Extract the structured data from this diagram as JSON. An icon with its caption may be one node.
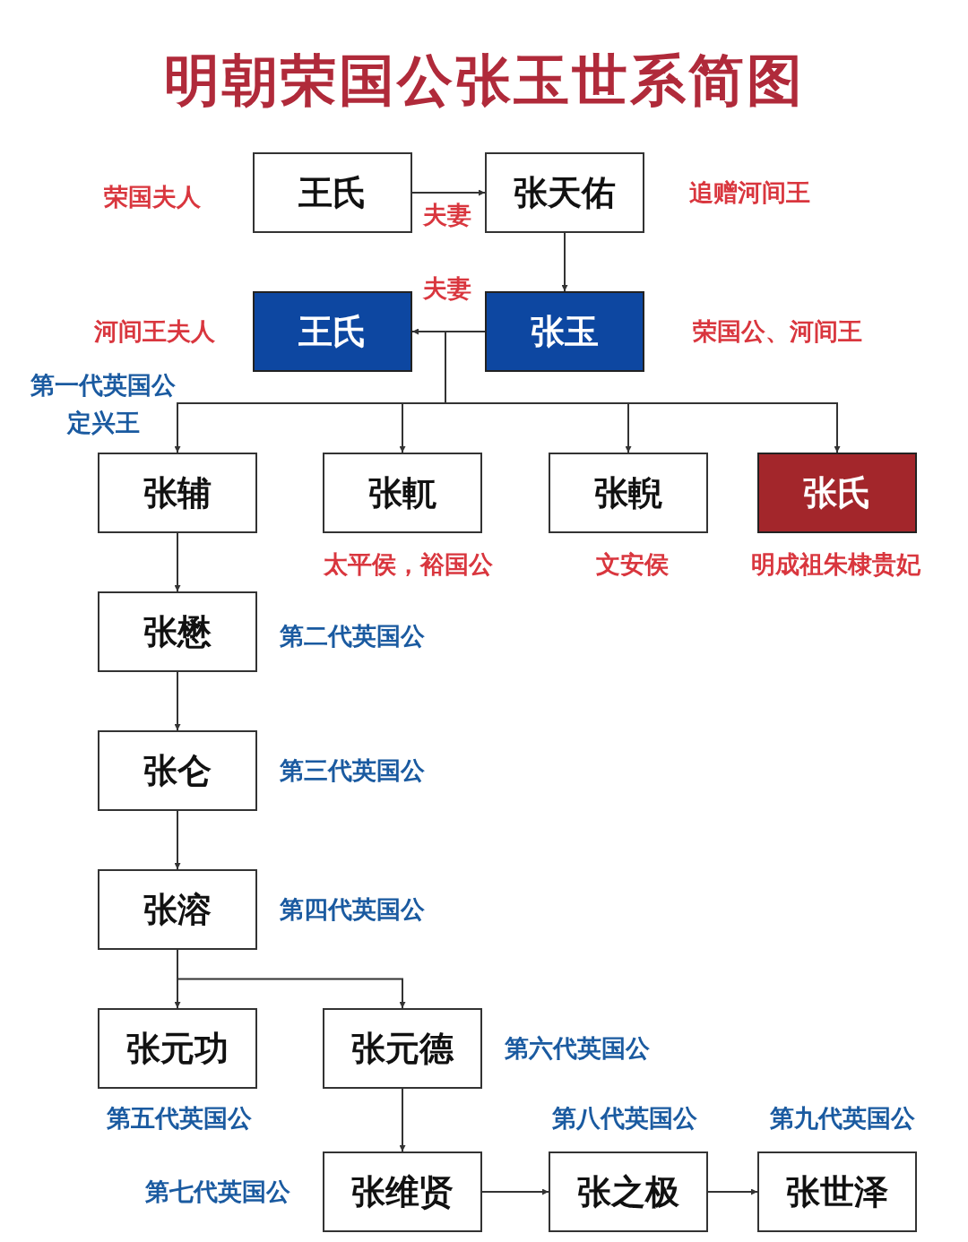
{
  "diagram": {
    "title": "明朝荣国公张玉世系简图",
    "nodes": [
      {
        "text": [
          "王氏"
        ],
        "beside": [
          "荣国夫人"
        ]
      },
      {
        "text": [
          "张天佑"
        ],
        "beside": [
          "追赠河间王"
        ]
      },
      {
        "text": [
          "王氏"
        ],
        "beside": [
          "河间王夫人"
        ]
      },
      {
        "text": [
          "张玉"
        ],
        "beside": [
          "荣国公、河间王"
        ]
      },
      {
        "text": [
          "张辅"
        ],
        "beside": [
          "第一代英国公",
          "定兴王"
        ]
      },
      {
        "text": [
          "张軏"
        ],
        "beside": [
          "太平侯，裕国公"
        ]
      },
      {
        "text": [
          "张輗"
        ],
        "beside": [
          "文安侯"
        ]
      },
      {
        "text": [
          "张氏"
        ],
        "beside": [
          "明成祖朱棣贵妃"
        ]
      },
      {
        "text": [
          "张懋"
        ],
        "beside": [
          "第二代英国公"
        ]
      },
      {
        "text": [
          "张仑"
        ],
        "beside": [
          "第三代英国公"
        ]
      },
      {
        "text": [
          "张溶"
        ],
        "beside": [
          "第四代英国公"
        ]
      },
      {
        "text": [
          "张元功"
        ],
        "beside": [
          "第五代英国公"
        ]
      },
      {
        "text": [
          "张元德"
        ],
        "beside": [
          "第六代英国公"
        ]
      },
      {
        "text": [
          "张维贤"
        ],
        "beside": [
          "第七代英国公"
        ]
      },
      {
        "text": [
          "张之极"
        ],
        "beside": [
          "第八代英国公"
        ]
      },
      {
        "text": [
          "张世泽"
        ],
        "beside": [
          "第九代英国公"
        ]
      }
    ],
    "edges": [
      {
        "from": 0,
        "to": 1,
        "arrow": "to",
        "label": "夫妻"
      },
      {
        "from": 1,
        "to": 3,
        "arrow": "to"
      },
      {
        "from": 3,
        "to": 2,
        "arrow": "to",
        "label": "夫妻"
      },
      {
        "from": 3,
        "to": 4,
        "arrow": "to"
      },
      {
        "from": 3,
        "to": 5,
        "arrow": "to"
      },
      {
        "from": 3,
        "to": 6,
        "arrow": "to"
      },
      {
        "from": 3,
        "to": 7,
        "arrow": "to"
      },
      {
        "from": 4,
        "to": 8,
        "arrow": "to"
      },
      {
        "from": 8,
        "to": 9,
        "arrow": "to"
      },
      {
        "from": 9,
        "to": 10,
        "arrow": "to"
      },
      {
        "from": 10,
        "to": 11,
        "arrow": "to"
      },
      {
        "from": 10,
        "to": 12,
        "arrow": "to"
      },
      {
        "from": 12,
        "to": 13,
        "arrow": "to"
      },
      {
        "from": 13,
        "to": 14,
        "arrow": "to"
      },
      {
        "from": 14,
        "to": 15,
        "arrow": "to"
      }
    ]
  }
}
